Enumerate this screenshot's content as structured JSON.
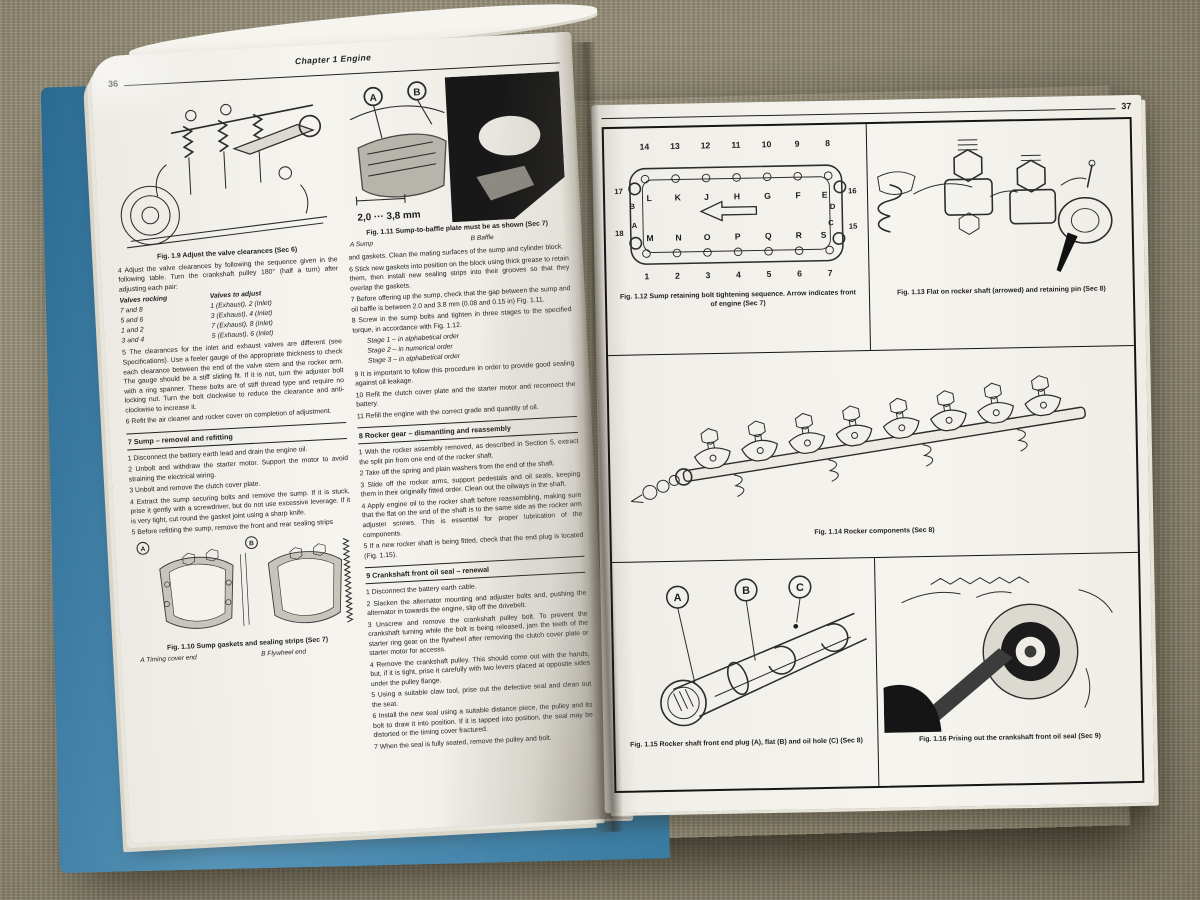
{
  "colors": {
    "fabric": "#9d957c",
    "cover_blue": "#3c7da4",
    "page_white": "#f6f4ef",
    "ink": "#222222"
  },
  "left_page": {
    "number": "36",
    "header": "Chapter 1  Engine",
    "fig19": {
      "caption": "Fig. 1.9 Adjust the valve clearances (Sec 6)"
    },
    "para4": "4  Adjust the valve clearances by following the sequence given in the following table. Turn the crankshaft pulley 180° (half a turn) after adjusting each pair:",
    "valve_table": {
      "col1": "Valves rocking",
      "col2": "Valves to adjust",
      "rows": [
        {
          "rocking": "7 and 8",
          "adjust": "1 (Exhaust), 2 (Inlet)"
        },
        {
          "rocking": "5 and 6",
          "adjust": "3 (Exhaust), 4 (Inlet)"
        },
        {
          "rocking": "1 and 2",
          "adjust": "7 (Exhaust), 8 (Inlet)"
        },
        {
          "rocking": "3 and 4",
          "adjust": "5 (Exhaust), 6 (Inlet)"
        }
      ]
    },
    "para5": "5  The clearances for the inlet and exhaust valves are different (see Specifications). Use a feeler gauge of the appropriate thickness to check each clearance between the end of the valve stem and the rocker arm. The gauge should be a stiff sliding fit. If it is not, turn the adjuster bolt with a ring spanner. These bolts are of stiff thread type and require no locking nut. Turn the bolt clockwise to reduce the clearance and anti-clockwise to increase it.",
    "para6": "6  Refit the air cleaner and rocker cover on completion of adjustment.",
    "section7": {
      "title": "7  Sump – removal and refitting",
      "paras": [
        "1  Disconnect the battery earth lead and drain the engine oil.",
        "2  Unbolt and withdraw the starter motor. Support the motor to avoid straining the electrical wiring.",
        "3  Unbolt and remove the clutch cover plate.",
        "4  Extract the sump securing bolts and remove the sump. If it is stuck, prise it gently with a screwdriver, but do not use excessive leverage. If it is very tight, cut round the gasket joint using a sharp knife.",
        "5  Before refitting the sump, remove the front and rear sealing strips"
      ]
    },
    "fig110": {
      "caption": "Fig. 1.10 Sump gaskets and sealing strips (Sec 7)",
      "circle_a": "A",
      "circle_b": "B",
      "label_a": "A  Timing cover end",
      "label_b": "B  Flywheel end"
    },
    "fig111": {
      "dimension": "2,0 ··· 3,8 mm",
      "caption": "Fig. 1.11 Sump-to-baffle plate must be as shown (Sec 7)",
      "circle_a": "A",
      "circle_b": "B",
      "label_a": "A  Sump",
      "label_b": "B  Baffle"
    },
    "col2_paras_a": [
      "and gaskets. Clean the mating surfaces of the sump and cylinder block.",
      "6  Stick new gaskets into position on the block using thick grease to retain them, then install new sealing strips into their grooves so that they overlap the gaskets.",
      "7  Before offering up the sump, check that the gap between the sump and oil baffle is between 2.0 and 3.8 mm (0.08 and 0.15 in) Fig. 1.11.",
      "8  Screw in the sump bolts and tighten in three stages to the specified torque, in accordance with Fig. 1.12."
    ],
    "stages": [
      "Stage 1 – in alphabetical order",
      "Stage 2 – in numerical order",
      "Stage 3 – in alphabetical order"
    ],
    "col2_paras_b": [
      "9  It is important to follow this procedure in order to provide good sealing against oil leakage.",
      "10 Refit the clutch cover plate and the starter motor and reconnect the battery.",
      "11 Refill the engine with the correct grade and quantity of oil."
    ],
    "section8": {
      "title": "8  Rocker gear – dismantling and reassembly",
      "paras": [
        "1  With the rocker assembly removed, as described in Section 5, extract the split pin from one end of the rocker shaft.",
        "2  Take off the spring and plain washers from the end of the shaft.",
        "3  Slide off the rocker arms, support pedestals and oil seals, keeping them in their originally fitted order. Clean out the oilways in the shaft.",
        "4  Apply engine oil to the rocker shaft before reassembling, making sure that the flat on the end of the shaft is to the same side as the rocker arm adjuster screws. This is essential for proper lubrication of the components.",
        "5  If a new rocker shaft is being fitted, check that the end plug is located (Fig. 1.15)."
      ]
    },
    "section9": {
      "title": "9  Crankshaft front oil seal – renewal",
      "paras": [
        "1  Disconnect the battery earth cable.",
        "2  Slacken the alternator mounting and adjuster bolts and, pushing the alternator in towards the engine, slip off the drivebelt.",
        "3  Unscrew and remove the crankshaft pulley bolt. To prevent the crankshaft turning while the bolt is being released, jam the teeth of the starter ring gear on the flywheel after removing the clutch cover plate or starter motor for accesss.",
        "4  Remove the crankshaft pulley. This should come out with the hands, but, if it is tight, prise it carefully with two levers placed at opposite sides under the pulley flange.",
        "5  Using a suitable claw tool, prise out the defective seal and clean out the seat.",
        "6  Install the new seal using a suitable distance piece, the pulley and its bolt to draw it into position. If it is tapped into position, the seal may be distorted or the timing cover fractured.",
        "7  When the seal is fully seated, remove the pulley and bolt."
      ]
    }
  },
  "right_page": {
    "number": "37",
    "fig112": {
      "top_numbers": [
        "14",
        "13",
        "12",
        "11",
        "10",
        "9",
        "8"
      ],
      "top_letters": [
        "L",
        "K",
        "J",
        "H",
        "G",
        "F",
        "E"
      ],
      "bottom_letters": [
        "M",
        "N",
        "O",
        "P",
        "Q",
        "R",
        "S"
      ],
      "bottom_numbers": [
        "1",
        "2",
        "3",
        "4",
        "5",
        "6",
        "7"
      ],
      "left_top_out": "17",
      "left_top_in": "B",
      "right_top_in": "D",
      "right_top_out": "16",
      "left_bottom_out": "18",
      "left_bottom_in": "A",
      "right_bottom_in": "C",
      "right_bottom_out": "15",
      "caption": "Fig. 1.12 Sump retaining bolt tightening sequence. Arrow indicates front of engine (Sec 7)"
    },
    "fig113": {
      "caption": "Fig. 1.13 Flat on rocker shaft (arrowed) and retaining pin (Sec 8)"
    },
    "fig114": {
      "caption": "Fig. 1.14 Rocker components (Sec 8)"
    },
    "fig115": {
      "caption": "Fig. 1.15 Rocker shaft front end plug (A), flat (B) and oil hole (C) (Sec 8)",
      "circle_a": "A",
      "circle_b": "B",
      "circle_c": "C"
    },
    "fig116": {
      "caption": "Fig. 1.16 Prising out the crankshaft front oil seal (Sec 9)"
    }
  }
}
